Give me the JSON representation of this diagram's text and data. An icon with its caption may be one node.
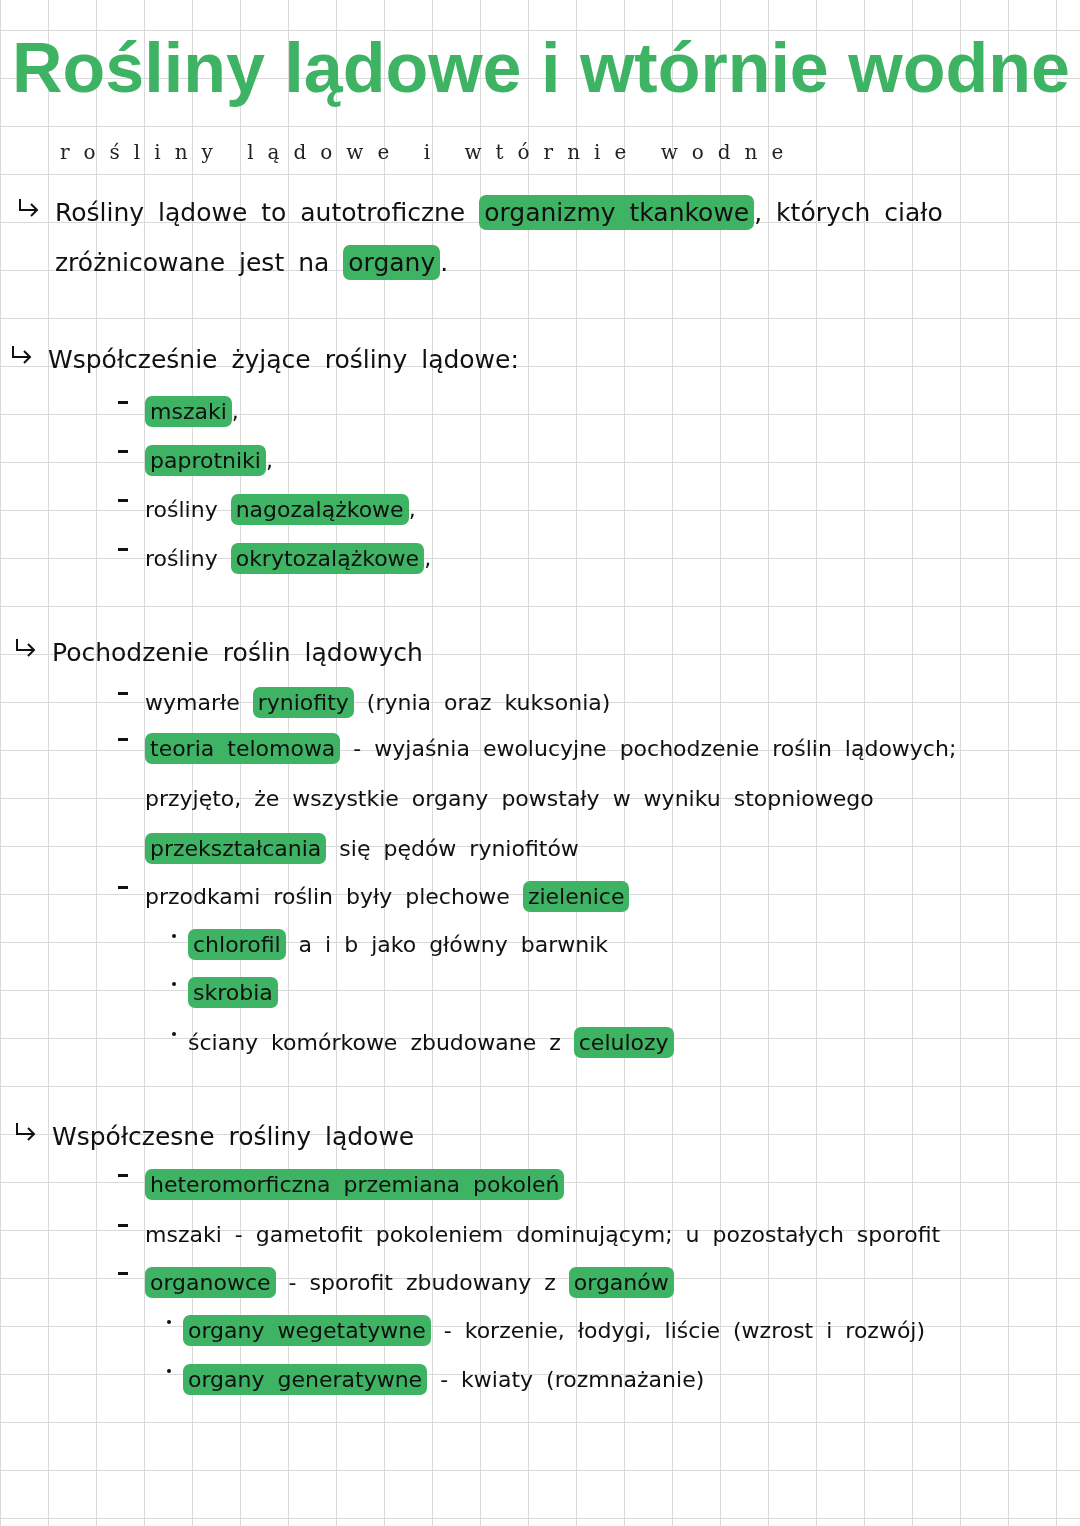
{
  "diagram": {
    "title": "Rośliny lądowe i wtórnie wodne",
    "labels": [
      "rośliny lądowe i wtórnie wodne",
      "Rośliny lądowe to autotroficzne **organizmy tkankowe**, których ciało zróżnicowane jest na **organy**.",
      "Współcześnie żyjące rośliny lądowe:",
      "**mszaki**,",
      "**paprotniki**,",
      "rośliny **nagozalążkowe**,",
      "rośliny **okrytozalążkowe**,",
      "Pochodzenie roślin lądowych",
      "wymarłe **ryniofity** (rynia oraz kuksonia)",
      "**teoria telomowa** - wyjaśnia ewolucyjne pochodzenie roślin lądowych; przyjęto, że wszystkie organy powstały w wyniku stopniowego **przekształcania** się pędów ryniofitów",
      "przodkami roślin były plechowe **zielenice**",
      "**chlorofil** a i b jako główny barwnik",
      "**skrobia**",
      "ściany komórkowe zbudowane z **celulozy**",
      "Współczesne rośliny lądowe",
      "**heteromorficzna przemiana pokoleń**",
      "mszaki - gametofit pokoleniem dominującym; u pozostałych sporofit",
      "**organowce** - sporofit zbudowany z **organów**",
      "**organy wegetatywne** - korzenie, łodygi, liście (wzrost i rozwój)",
      "**organy generatywne** - kwiaty (rozmnażanie)"
    ]
  }
}
